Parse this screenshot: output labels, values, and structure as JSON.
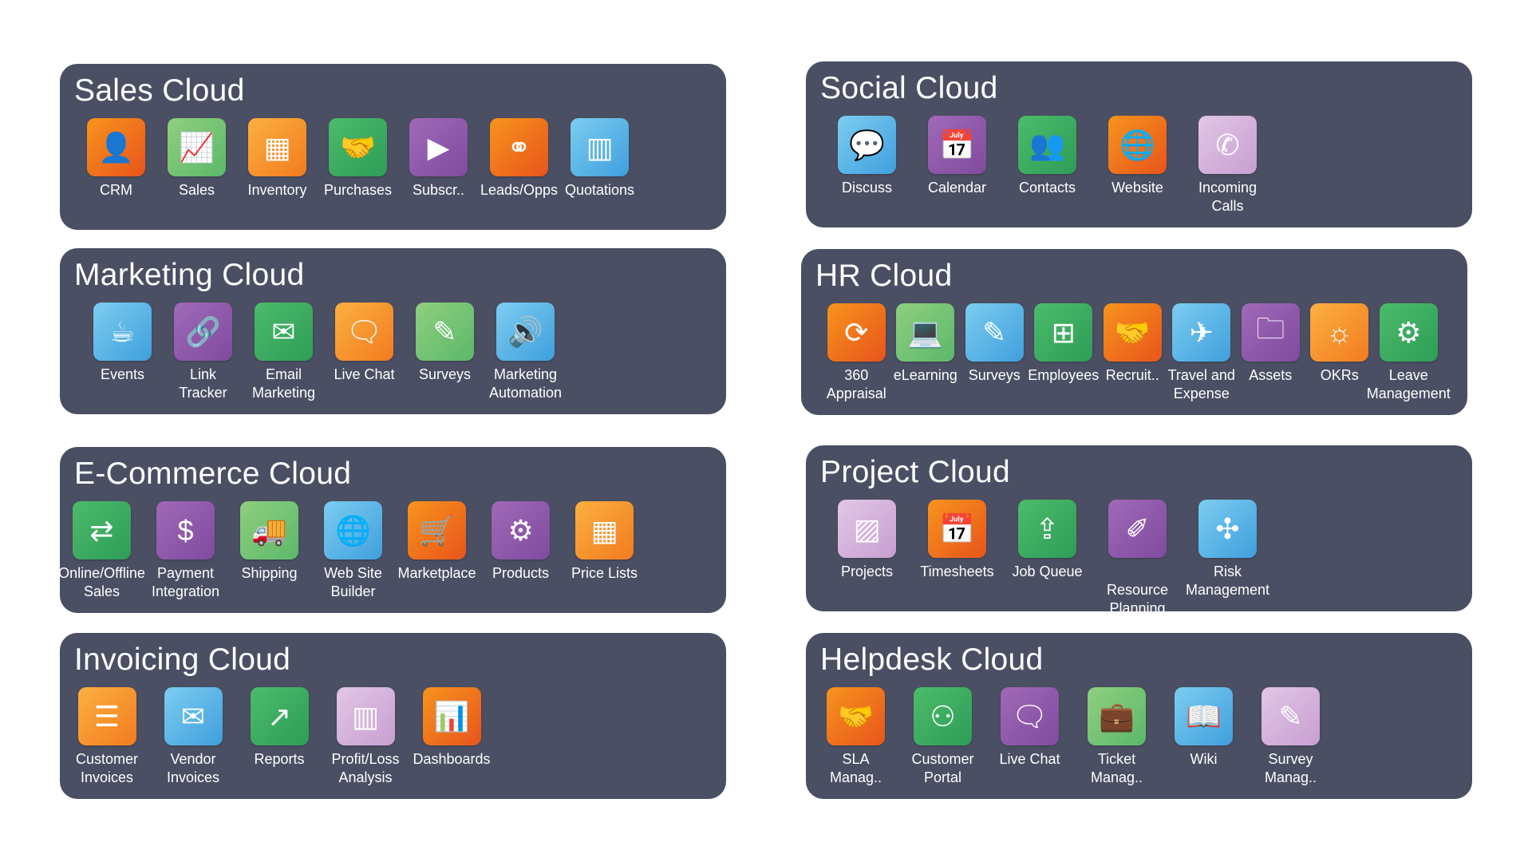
{
  "panels": [
    {
      "id": "sales",
      "title": "Sales Cloud",
      "items": [
        {
          "label": "CRM",
          "color": "orange",
          "icon": "user-icon"
        },
        {
          "label": "Sales",
          "color": "lgreen",
          "icon": "chart-icon"
        },
        {
          "label": "Inventory",
          "color": "amber",
          "icon": "calculator-icon"
        },
        {
          "label": "Purchases",
          "color": "green",
          "icon": "handshake-icon"
        },
        {
          "label": "Subscr..",
          "color": "purple",
          "icon": "play-icon"
        },
        {
          "label": "Leads/Opps",
          "color": "orange",
          "icon": "network-icon"
        },
        {
          "label": "Quotations",
          "color": "blue",
          "icon": "bar-chart-icon"
        }
      ]
    },
    {
      "id": "social",
      "title": "Social Cloud",
      "items": [
        {
          "label": "Discuss",
          "color": "blue",
          "icon": "chat-icon"
        },
        {
          "label": "Calendar",
          "color": "purple",
          "icon": "calendar-icon"
        },
        {
          "label": "Contacts",
          "color": "green",
          "icon": "contacts-icon"
        },
        {
          "label": "Website",
          "color": "orange",
          "icon": "globe-icon"
        },
        {
          "label": "Incoming\nCalls",
          "color": "lavender",
          "icon": "phone-icon"
        }
      ]
    },
    {
      "id": "marketing",
      "title": "Marketing Cloud",
      "items": [
        {
          "label": "Events",
          "color": "blue",
          "icon": "cup-icon"
        },
        {
          "label": "Link\nTracker",
          "color": "purple",
          "icon": "link-icon"
        },
        {
          "label": "Email\nMarketing",
          "color": "green",
          "icon": "envelope-icon"
        },
        {
          "label": "Live Chat",
          "color": "amber",
          "icon": "live-chat-icon"
        },
        {
          "label": "Surveys",
          "color": "lgreen",
          "icon": "survey-icon"
        },
        {
          "label": "Marketing\nAutomation",
          "color": "blue",
          "icon": "speaker-icon"
        }
      ]
    },
    {
      "id": "hr",
      "title": "HR Cloud",
      "items": [
        {
          "label": "360\nAppraisal",
          "color": "orange",
          "icon": "appraisal-icon"
        },
        {
          "label": "eLearning",
          "color": "lgreen",
          "icon": "laptop-icon"
        },
        {
          "label": "Surveys",
          "color": "blue",
          "icon": "survey-icon"
        },
        {
          "label": "Employees",
          "color": "green",
          "icon": "org-chart-icon"
        },
        {
          "label": "Recruit..",
          "color": "orange",
          "icon": "handshake-icon"
        },
        {
          "label": "Travel and\nExpense",
          "color": "blue",
          "icon": "plane-icon"
        },
        {
          "label": "Assets",
          "color": "purple",
          "icon": "folder-icon"
        },
        {
          "label": "OKRs",
          "color": "amber",
          "icon": "target-icon"
        },
        {
          "label": "Leave\nManagement",
          "color": "green",
          "icon": "leave-icon"
        }
      ]
    },
    {
      "id": "ecommerce",
      "title": "E-Commerce Cloud",
      "items": [
        {
          "label": "Online/Offline\nSales",
          "color": "green",
          "icon": "exchange-icon"
        },
        {
          "label": "Payment\nIntegration",
          "color": "purple",
          "icon": "coins-icon"
        },
        {
          "label": "Shipping",
          "color": "lgreen",
          "icon": "truck-icon"
        },
        {
          "label": "Web Site\nBuilder",
          "color": "blue",
          "icon": "globe-icon"
        },
        {
          "label": "Marketplace",
          "color": "orange",
          "icon": "cart-icon"
        },
        {
          "label": "Products",
          "color": "purple",
          "icon": "gear-icon"
        },
        {
          "label": "Price Lists",
          "color": "amber",
          "icon": "calculator-icon"
        }
      ]
    },
    {
      "id": "project",
      "title": "Project Cloud",
      "items": [
        {
          "label": "Projects",
          "color": "lavender",
          "icon": "swatches-icon"
        },
        {
          "label": "Timesheets",
          "color": "orange",
          "icon": "calendar-icon"
        },
        {
          "label": "Job Queue",
          "color": "green",
          "icon": "upload-icon"
        },
        {
          "label": "\nResource\nPlanning",
          "color": "purple",
          "icon": "pen-icon"
        },
        {
          "label": "Risk\nManagement",
          "color": "blue",
          "icon": "puzzle-icon"
        }
      ]
    },
    {
      "id": "invoicing",
      "title": "Invoicing Cloud",
      "items": [
        {
          "label": "Customer\nInvoices",
          "color": "amber",
          "icon": "invoice-icon"
        },
        {
          "label": "Vendor\nInvoices",
          "color": "blue",
          "icon": "envelope-icon"
        },
        {
          "label": "Reports",
          "color": "green",
          "icon": "growth-icon"
        },
        {
          "label": "Profit/Loss\nAnalysis",
          "color": "lavender",
          "icon": "bar-chart-icon"
        },
        {
          "label": "Dashboards",
          "color": "orange",
          "icon": "presentation-icon"
        }
      ]
    },
    {
      "id": "helpdesk",
      "title": "Helpdesk Cloud",
      "items": [
        {
          "label": "SLA\nManag..",
          "color": "orange",
          "icon": "handshake-icon"
        },
        {
          "label": "Customer\nPortal",
          "color": "green",
          "icon": "portal-icon"
        },
        {
          "label": "Live Chat",
          "color": "purple",
          "icon": "live-chat-icon"
        },
        {
          "label": "Ticket\nManag..",
          "color": "lgreen",
          "icon": "briefcase-icon"
        },
        {
          "label": "Wiki",
          "color": "blue",
          "icon": "book-icon"
        },
        {
          "label": "Survey\nManag..",
          "color": "lavender",
          "icon": "survey-icon"
        }
      ]
    }
  ]
}
